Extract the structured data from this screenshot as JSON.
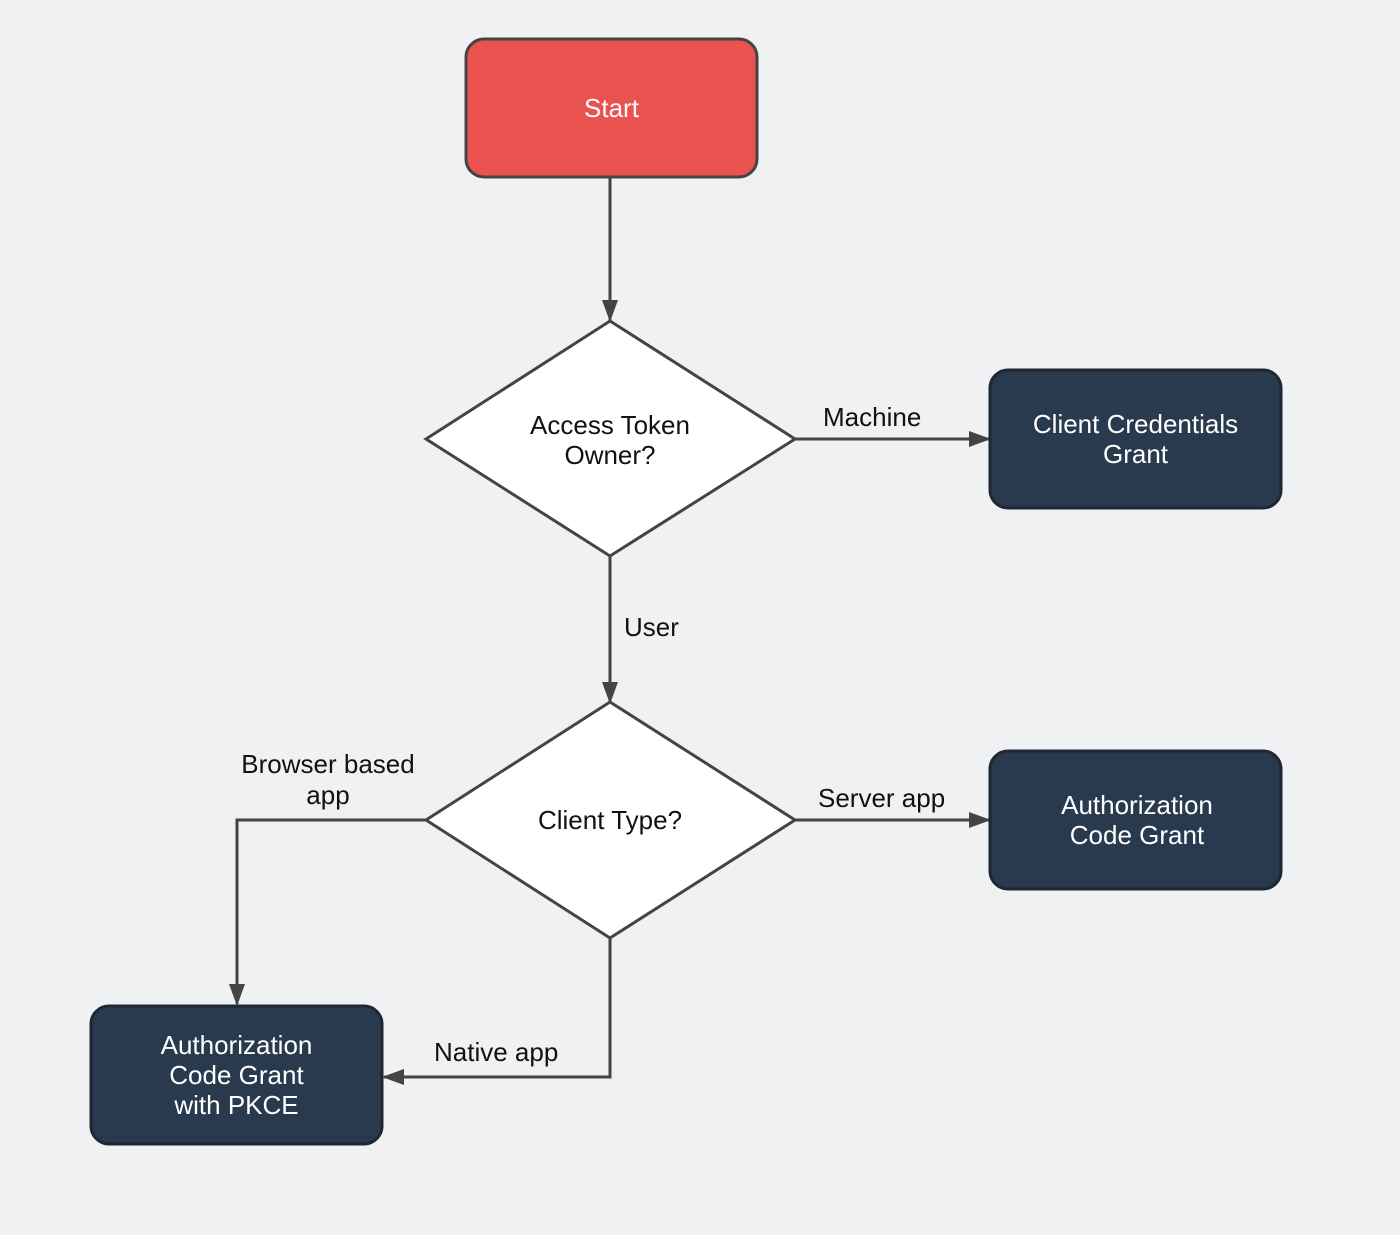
{
  "colors": {
    "background": "#eff1f3",
    "start_fill": "#ea524f",
    "outcome_fill": "#293a4f",
    "decision_fill": "#ffffff",
    "stroke": "#444444"
  },
  "nodes": {
    "start": {
      "label": "Start"
    },
    "owner_decision": {
      "label": "Access Token\nOwner?"
    },
    "client_type_decision": {
      "label": "Client Type?"
    },
    "client_credentials": {
      "label": "Client Credentials\nGrant"
    },
    "authorization_code": {
      "label": "Authorization\nCode Grant"
    },
    "authorization_code_pkce": {
      "label": "Authorization\nCode Grant\nwith PKCE"
    }
  },
  "edges": {
    "machine": {
      "label": "Machine"
    },
    "user": {
      "label": "User"
    },
    "browser_based": {
      "label": "Browser based\napp"
    },
    "server_app": {
      "label": "Server app"
    },
    "native_app": {
      "label": "Native app"
    }
  }
}
